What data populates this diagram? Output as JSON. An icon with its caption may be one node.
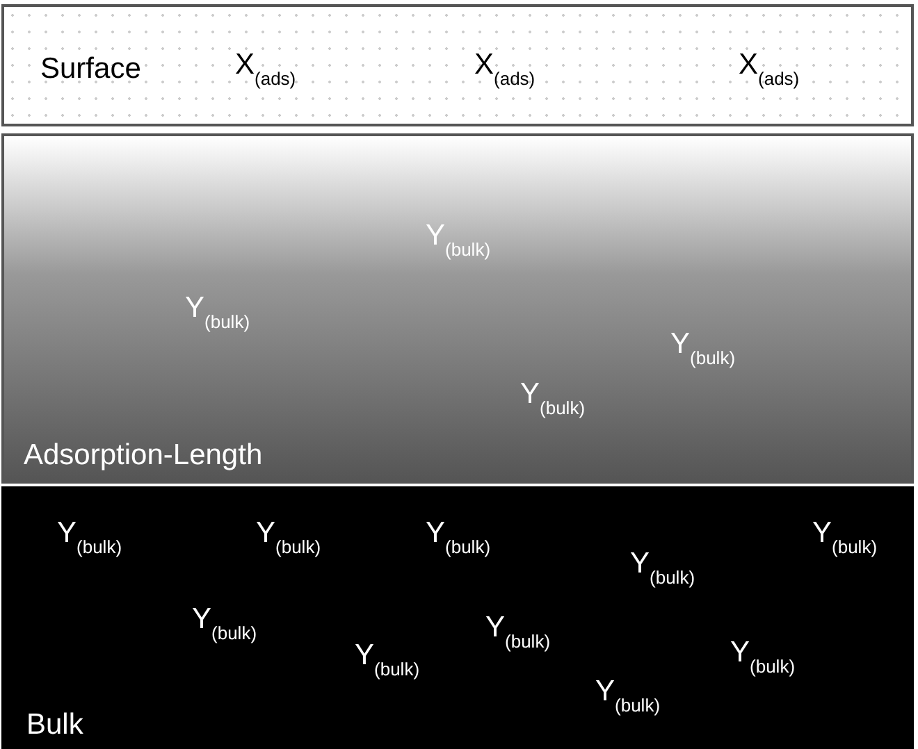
{
  "diagram": {
    "nodes": [
      {
        "text": [
          "Surface",
          "X$_{(ads)}$",
          "X$_{(ads)}$",
          "X$_{(ads)}$"
        ]
      },
      {
        "text": [
          "Y$_{(bulk)}$",
          "Y$_{(bulk)}$",
          "Y$_{(bulk)}$",
          "Y$_{(bulk)}$",
          "Adsorption-Length"
        ]
      },
      {
        "text": [
          "Y$_{(bulk)}$",
          "Y$_{(bulk)}$",
          "Y$_{(bulk)}$",
          "Y$_{(bulk)}$",
          "Y$_{(bulk)}$",
          "Y$_{(bulk)}$",
          "Y$_{(bulk)}$",
          "Y$_{(bulk)}$",
          "Y$_{(bulk)}$",
          "Y$_{(bulk)}$",
          "Bulk"
        ]
      }
    ],
    "edges": []
  }
}
